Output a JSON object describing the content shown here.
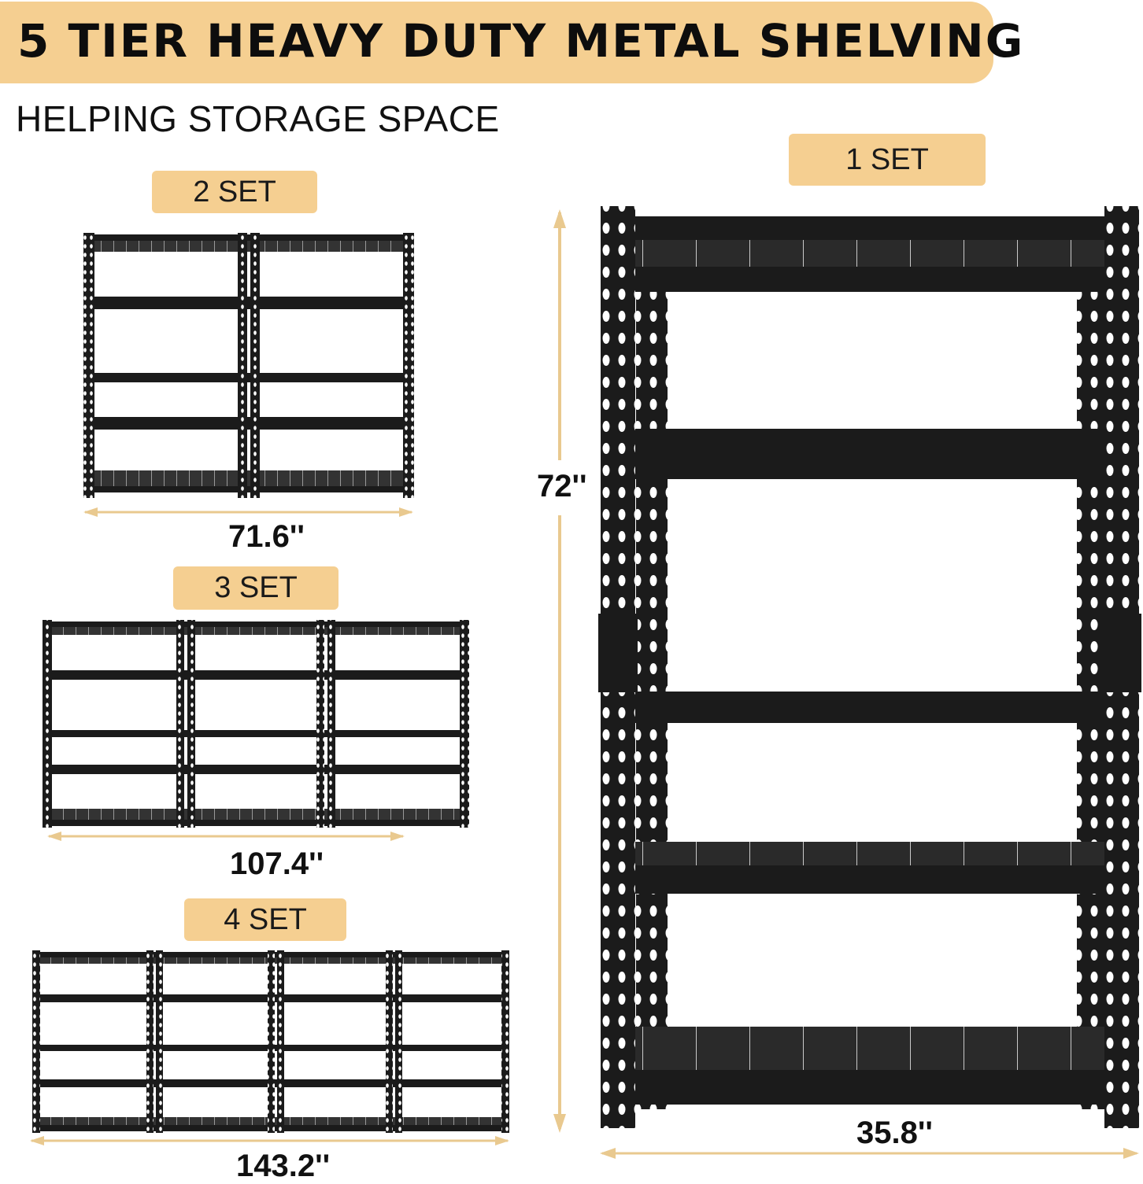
{
  "title": "5 TIER HEAVY DUTY METAL SHELVING",
  "subtitle": "HELPING STORAGE SPACE",
  "colors": {
    "accent": "#f5cf91",
    "steel": "#1b1b1b",
    "dimension_line": "#e9c98f"
  },
  "single": {
    "label": "1 SET",
    "height": "72''",
    "width": "35.8''"
  },
  "sets": [
    {
      "label": "2 SET",
      "width": "71.6''"
    },
    {
      "label": "3 SET",
      "width": "107.4''"
    },
    {
      "label": "4 SET",
      "width": "143.2''"
    }
  ]
}
